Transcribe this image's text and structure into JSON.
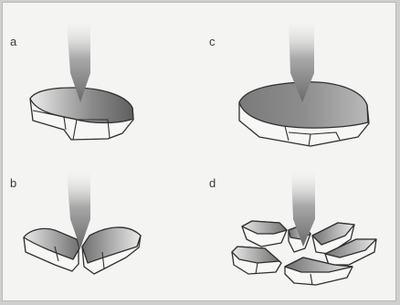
{
  "panels": {
    "a": {
      "label": "a"
    },
    "b": {
      "label": "b"
    },
    "c": {
      "label": "c"
    },
    "d": {
      "label": "d"
    }
  },
  "colors": {
    "background": "#cfcfcf",
    "paper": "#f4f4f2",
    "outline": "#2f2f2f",
    "shade_dark": "#6e6e6e",
    "shade_light": "#ececec"
  }
}
